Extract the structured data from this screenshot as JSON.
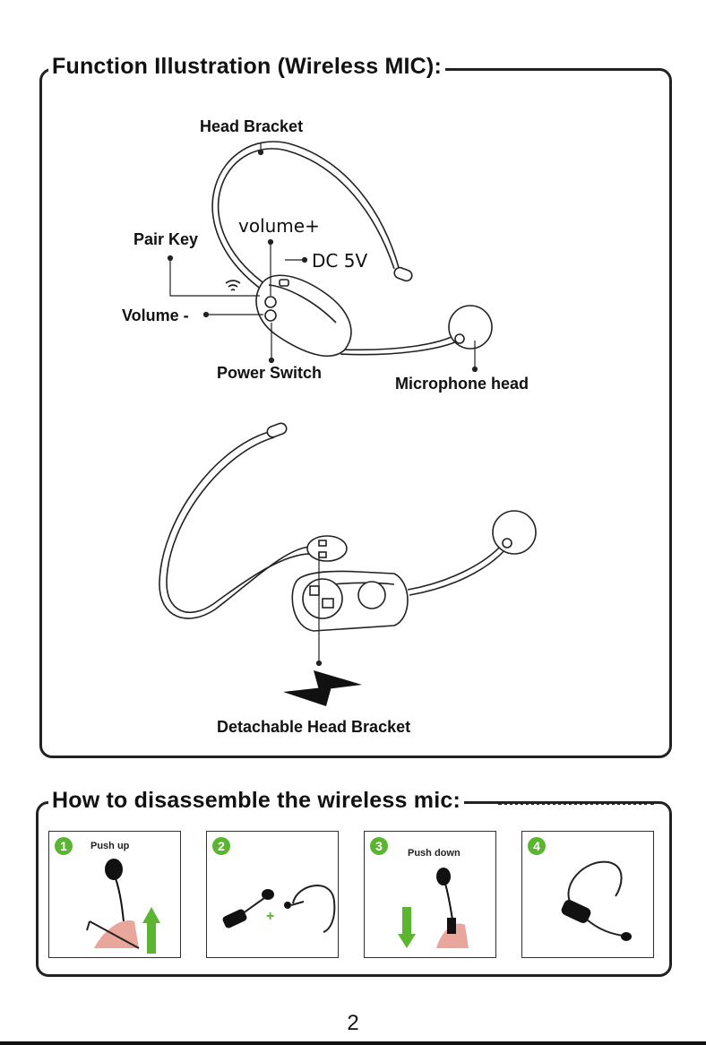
{
  "section1": {
    "heading": "Function Illustration (Wireless MIC):",
    "labels": {
      "head_bracket": "Head Bracket",
      "volume_plus": "volume+",
      "pair_key": "Pair Key",
      "dc": "DC 5V",
      "volume_minus": "Volume -",
      "power_switch": "Power Switch",
      "mic_head": "Microphone head",
      "detachable": "Detachable Head Bracket"
    }
  },
  "section2": {
    "heading": "How to disassemble the wireless mic:",
    "steps": [
      {
        "number": "1",
        "text": "Push up"
      },
      {
        "number": "2",
        "text": ""
      },
      {
        "number": "3",
        "text": "Push down"
      },
      {
        "number": "4",
        "text": ""
      }
    ],
    "accent_color": "#5cb531"
  },
  "page_number": "2"
}
